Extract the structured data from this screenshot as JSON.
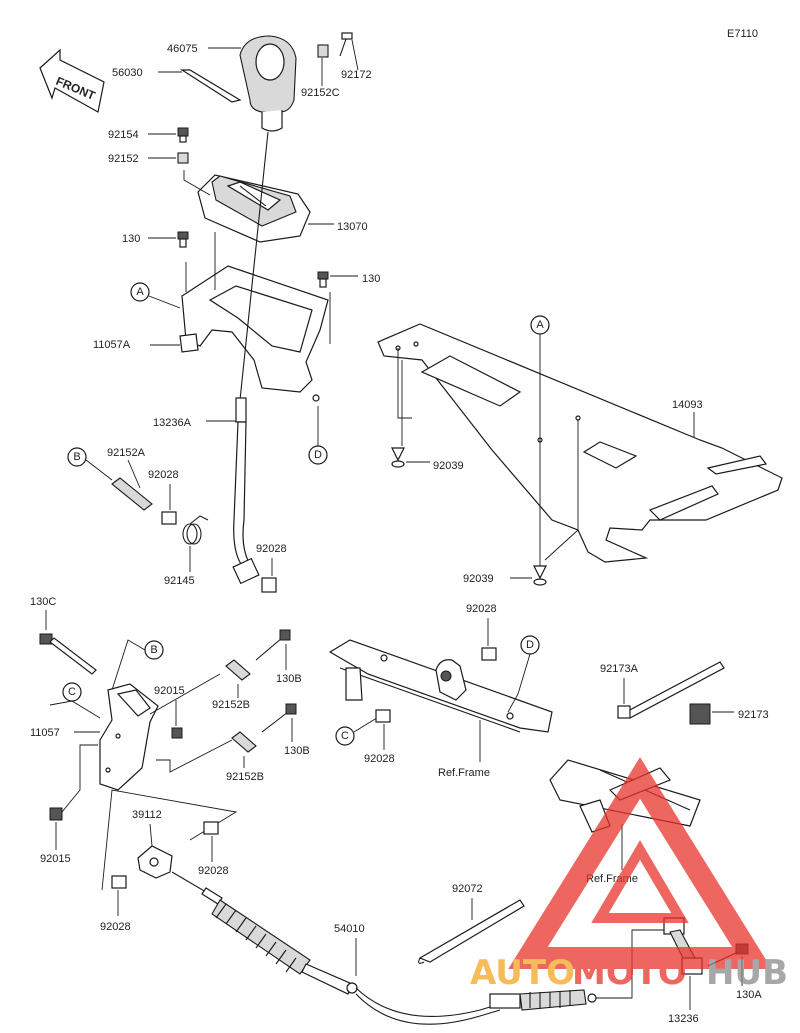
{
  "diagram_code": "E7110",
  "front_label": "FRONT",
  "part_numbers": {
    "knob": "46075",
    "plate_top": "56030",
    "bolt_top": "92172",
    "collar_top": "92152C",
    "bolt_92154": "92154",
    "collar_92152": "92152",
    "guide_13070": "13070",
    "bolt_130_left": "130",
    "bolt_130_right": "130",
    "bracket_11057A": "11057A",
    "lever_13236A": "13236A",
    "collar_92152A": "92152A",
    "bush_92028_a": "92028",
    "spring_92145": "92145",
    "bush_92028_b": "92028",
    "mat_14093": "14093",
    "clip_92039_a": "92039",
    "clip_92039_b": "92039",
    "bolt_130C": "130C",
    "bracket_11057": "11057",
    "nut_92015_a": "92015",
    "nut_92015_b": "92015",
    "collar_92152B_a": "92152B",
    "collar_92152B_b": "92152B",
    "bolt_130B_a": "130B",
    "bolt_130B_b": "130B",
    "joint_39112": "39112",
    "bush_92028_c": "92028",
    "bush_92028_d": "92028",
    "bush_92028_e": "92028",
    "bush_92028_f": "92028",
    "cable_54010": "54010",
    "band_92072": "92072",
    "band_92173A": "92173A",
    "clamp_92173": "92173",
    "link_13236": "13236",
    "bolt_130A": "130A"
  },
  "ref_frame_1": "Ref.Frame",
  "ref_frame_2": "Ref.Frame",
  "ref_marks": {
    "a1": "A",
    "a2": "A",
    "b1": "B",
    "b2": "B",
    "c1": "C",
    "c2": "C",
    "d1": "D",
    "d2": "D"
  },
  "watermark": {
    "text_auto": "AUTO",
    "text_moto": "MOTO",
    "text_hub": "HUB",
    "color_orange": "#f5a623",
    "color_red": "#e8332a",
    "color_gray": "#8a8a8a"
  }
}
